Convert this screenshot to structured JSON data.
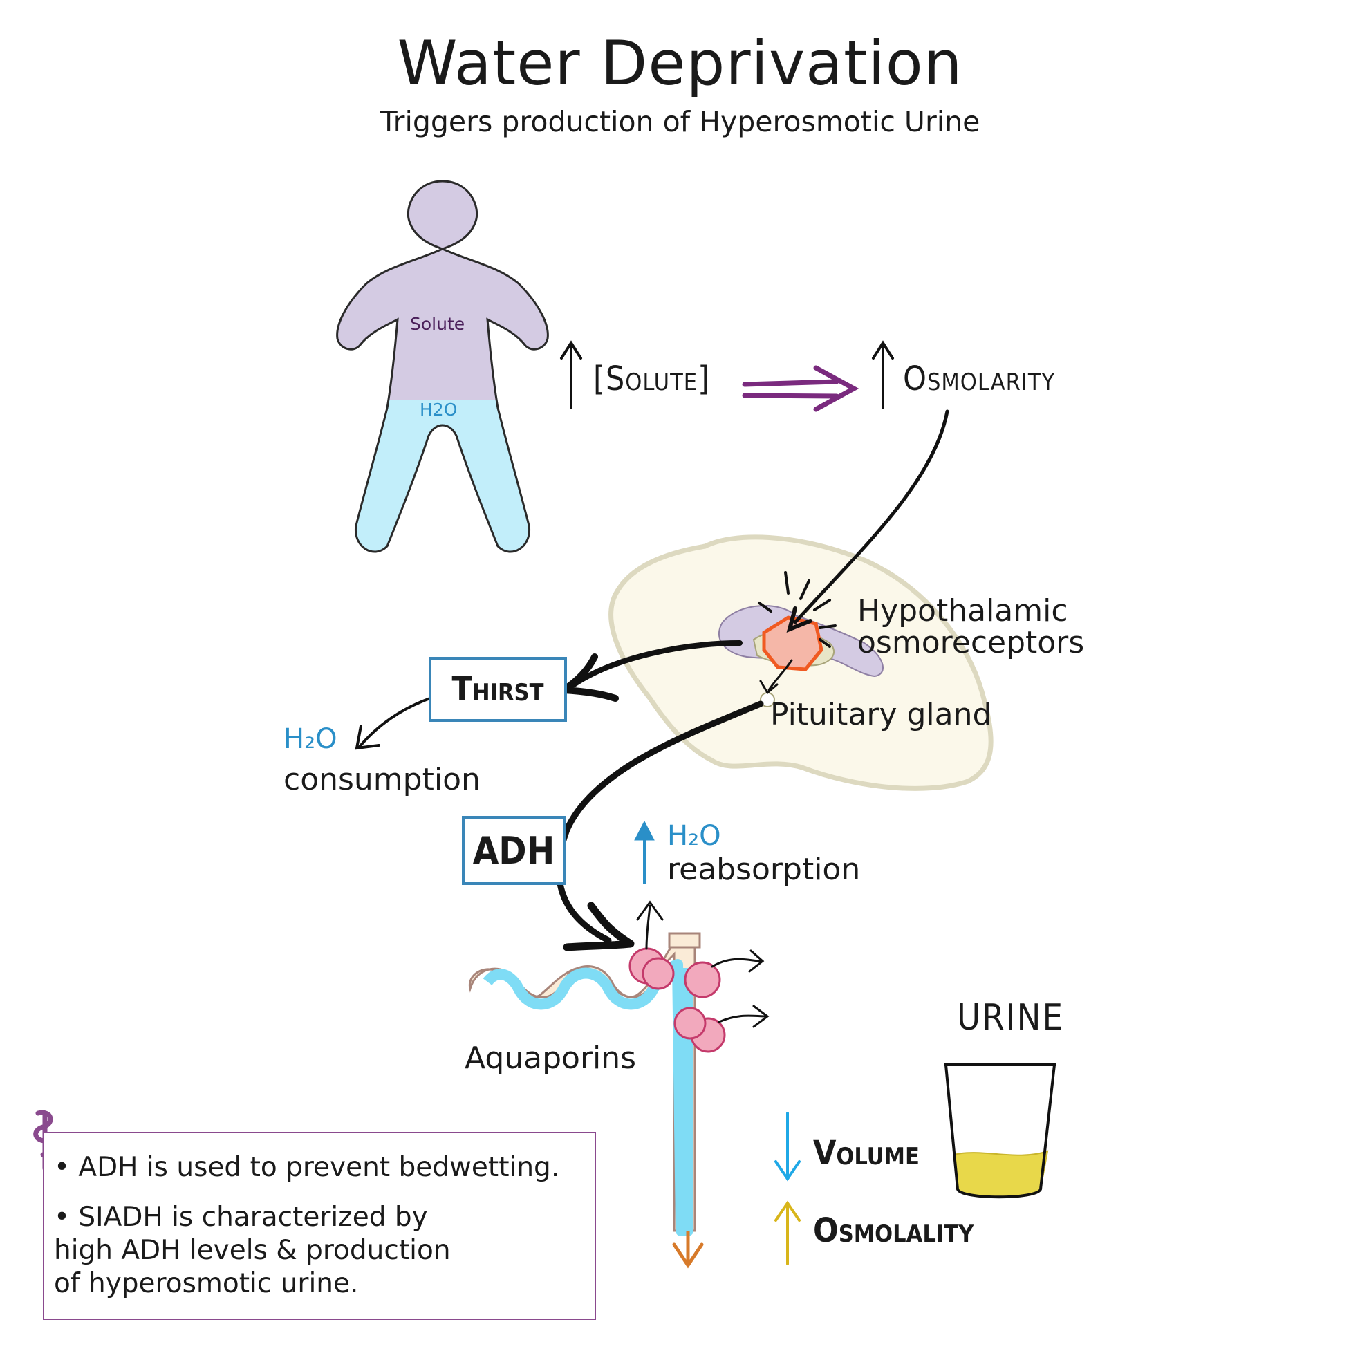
{
  "title": "Water Deprivation",
  "subtitle": "Triggers production of Hyperosmotic Urine",
  "body_figure": {
    "solute_label": "Solute",
    "water_label": "H2O"
  },
  "flow": {
    "solute": "[Solute]",
    "osmolarity": "Osmolarity",
    "hypothalamic_line1": "Hypothalamic",
    "hypothalamic_line2": "osmoreceptors",
    "pituitary": "Pituitary gland",
    "thirst": "Thirst",
    "h2o_consumption_line1": "H₂O",
    "h2o_consumption_line2": "consumption",
    "adh": "ADH",
    "h2o_reabsorption_line1": "H₂O",
    "h2o_reabsorption_line2": "reabsorption",
    "aquaporins": "Aquaporins"
  },
  "urine": {
    "title": "URINE",
    "volume": "Volume",
    "osmolality": "Osmolality"
  },
  "note": {
    "line1": "• ADH is used to prevent bedwetting.",
    "line2": "• SIADH is characterized by",
    "line3": "high ADH levels & production",
    "line4": "of hyperosmotic urine."
  },
  "colors": {
    "solute_fill": "#d4cbe3",
    "water_fill": "#c2eefa",
    "purple_arrow": "#7a2a7e",
    "box_blue": "#3a86b8",
    "h2o_blue": "#2a8fc8",
    "volume_arrow": "#1fa8e6",
    "osmolality_arrow": "#d8b51a",
    "urine_yellow": "#e8d84a",
    "aquaporin_pink": "#f2a9bd",
    "tubule_outflow": "#d77a2a"
  }
}
